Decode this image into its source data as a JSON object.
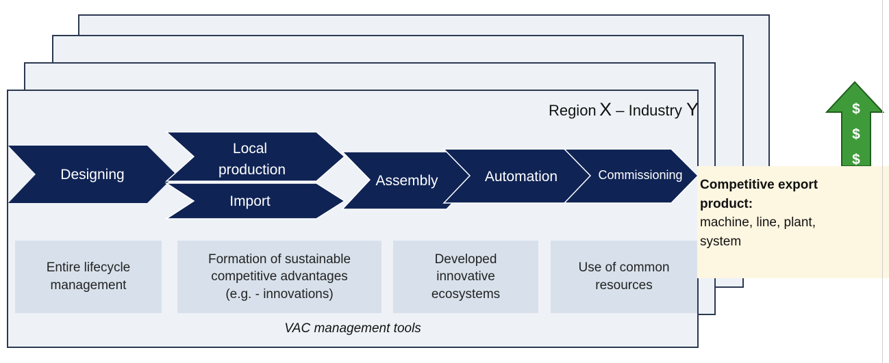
{
  "diagram": {
    "title_part1": "Region",
    "title_x": "X",
    "title_dash": " – Industry ",
    "title_y": "Y",
    "chain": {
      "designing": "Designing",
      "local_production_line1": "Local",
      "local_production_line2": "production",
      "import": "Import",
      "assembly": "Assembly",
      "automation": "Automation",
      "commissioning": "Commissioning"
    },
    "tools": [
      {
        "line1": "Entire lifecycle",
        "line2": "management"
      },
      {
        "line1": "Formation of sustainable",
        "line2": "competitive advantages",
        "line3": "(e.g. - innovations)"
      },
      {
        "line1": "Developed",
        "line2": "innovative",
        "line3": "ecosystems"
      },
      {
        "line1": "Use of common",
        "line2": "resources"
      }
    ],
    "tools_caption": "VAC management tools",
    "export": {
      "heading_line1": "Competitive export",
      "heading_line2": "product:",
      "body_line1": "machine, line, plant,",
      "body_line2": "system"
    },
    "arrow_symbols": [
      "$",
      "$",
      "$"
    ],
    "colors": {
      "chevron": "#0f2354",
      "card_bg": "#eef2f7",
      "tool_bg": "#d8e1eb",
      "export_bg": "#fdf6e1",
      "arrow": "#3f9b3a"
    }
  }
}
